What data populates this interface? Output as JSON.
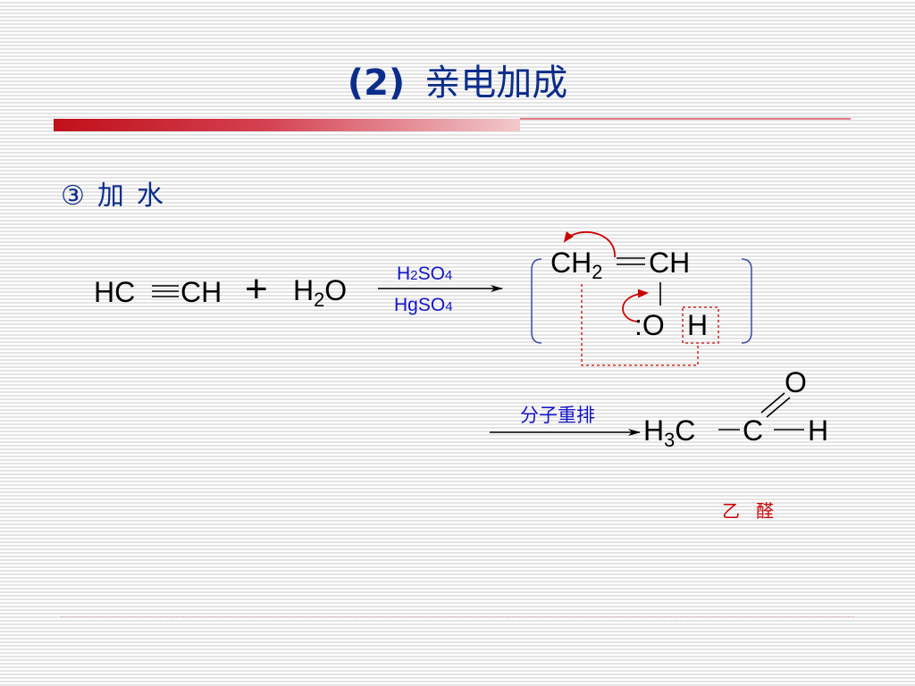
{
  "title": {
    "number": "(2)",
    "text": "亲电加成"
  },
  "subtitle": {
    "marker": "③",
    "word1": "加",
    "word2": "水"
  },
  "reaction": {
    "reactant1": {
      "left": "HC",
      "right": "CH"
    },
    "plus": "+",
    "reactant2": {
      "h": "H",
      "sub": "2",
      "o": "O"
    },
    "reagent_top": {
      "a": "H",
      "a_sub": "2",
      "b": "SO",
      "b_sub": "4"
    },
    "reagent_bottom": {
      "a": "HgSO",
      "a_sub": "4"
    }
  },
  "intermediate": {
    "ch2": {
      "main": "CH",
      "sub": "2"
    },
    "ch": "CH",
    "oxygen": ":O",
    "hydrogen": "H"
  },
  "rearrangement": {
    "label": "分子重排"
  },
  "product": {
    "h3c": {
      "h": "H",
      "sub": "3",
      "c": "C"
    },
    "c": "C",
    "o": "O",
    "h": "H",
    "name1": "乙",
    "name2": "醛"
  },
  "colors": {
    "title": "#0b2d8a",
    "reagent": "#1414c8",
    "arrow_red": "#cc0000",
    "bracket": "#3c4aa8",
    "bar_red": "#c0101a"
  }
}
